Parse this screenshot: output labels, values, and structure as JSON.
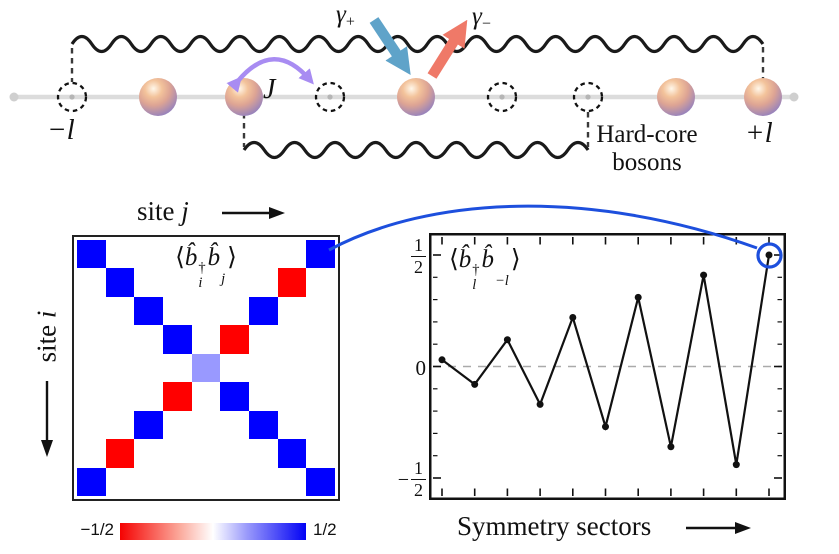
{
  "schematic": {
    "gain_label": {
      "sym": "γ",
      "sub": "+"
    },
    "loss_label": {
      "sym": "γ",
      "sub": "−"
    },
    "hop_label": "J",
    "left_edge_label": "−l",
    "right_edge_label": "+l",
    "bosons_label_1": "Hard-core",
    "bosons_label_2": "bosons",
    "sites": [
      "empty",
      "boson",
      "boson",
      "empty",
      "boson",
      "empty",
      "empty",
      "boson",
      "boson"
    ],
    "colors": {
      "gain_arrow": "#5fa3c9",
      "loss_arrow": "#ef7968",
      "hop_arrow": "#a88cf2"
    }
  },
  "heatmap_panel": {
    "xlabel_text": "site",
    "xlabel_var": "j",
    "ylabel_text": "site",
    "ylabel_var": "i",
    "title": {
      "lang": "⟨",
      "b1": "b̂",
      "b1_sup": "†",
      "b1_sub": "i",
      "b2": "b̂",
      "b2_sup": "",
      "b2_sub": "j",
      "rang": "⟩"
    },
    "colorbar": {
      "min_label": "−1/2",
      "max_label": "1/2"
    }
  },
  "line_panel": {
    "title": {
      "lang": "⟨",
      "b1": "b̂",
      "b1_sup": "†",
      "b1_sub": "l",
      "b2": "b̂",
      "b2_sup": "",
      "b2_sub": "−l",
      "rang": "⟩"
    },
    "xlabel": "Symmetry sectors",
    "ytick_top": {
      "sign": "",
      "num": "1",
      "den": "2"
    },
    "ytick_mid": "0",
    "ytick_bot": {
      "sign": "−",
      "num": "1",
      "den": "2"
    }
  },
  "chart_data": [
    {
      "type": "heatmap",
      "title": "⟨b̂_i^† b̂_j⟩",
      "xlabel": "site j",
      "ylabel": "site i",
      "colorbar": {
        "min": -0.5,
        "max": 0.5,
        "min_label": "−1/2",
        "max_label": "1/2"
      },
      "matrix": [
        [
          0.5,
          0,
          0,
          0,
          0,
          0,
          0,
          0,
          0.5
        ],
        [
          0,
          0.5,
          0,
          0,
          0,
          0,
          0,
          -0.5,
          0
        ],
        [
          0,
          0,
          0.5,
          0,
          0,
          0,
          0.5,
          0,
          0
        ],
        [
          0,
          0,
          0,
          0.5,
          0,
          -0.5,
          0,
          0,
          0
        ],
        [
          0,
          0,
          0,
          0,
          0.2,
          0,
          0,
          0,
          0
        ],
        [
          0,
          0,
          0,
          -0.5,
          0,
          0.5,
          0,
          0,
          0
        ],
        [
          0,
          0,
          0.5,
          0,
          0,
          0,
          0.5,
          0,
          0
        ],
        [
          0,
          -0.5,
          0,
          0,
          0,
          0,
          0,
          0.5,
          0
        ],
        [
          0.5,
          0,
          0,
          0,
          0,
          0,
          0,
          0,
          0.5
        ]
      ]
    },
    {
      "type": "line",
      "title": "⟨b̂_l^† b̂_−l⟩",
      "xlabel": "Symmetry sectors",
      "ylim": [
        -0.5,
        0.5
      ],
      "yticks_major": [
        0.5,
        0,
        -0.5
      ],
      "ytick_minor_step": 0.1,
      "zero_line": "dashed",
      "values": [
        0.03,
        -0.08,
        0.12,
        -0.17,
        0.22,
        -0.27,
        0.31,
        -0.36,
        0.41,
        -0.44,
        0.5
      ],
      "highlight_last_point": true,
      "highlight_color": "#1d4fdd"
    }
  ]
}
